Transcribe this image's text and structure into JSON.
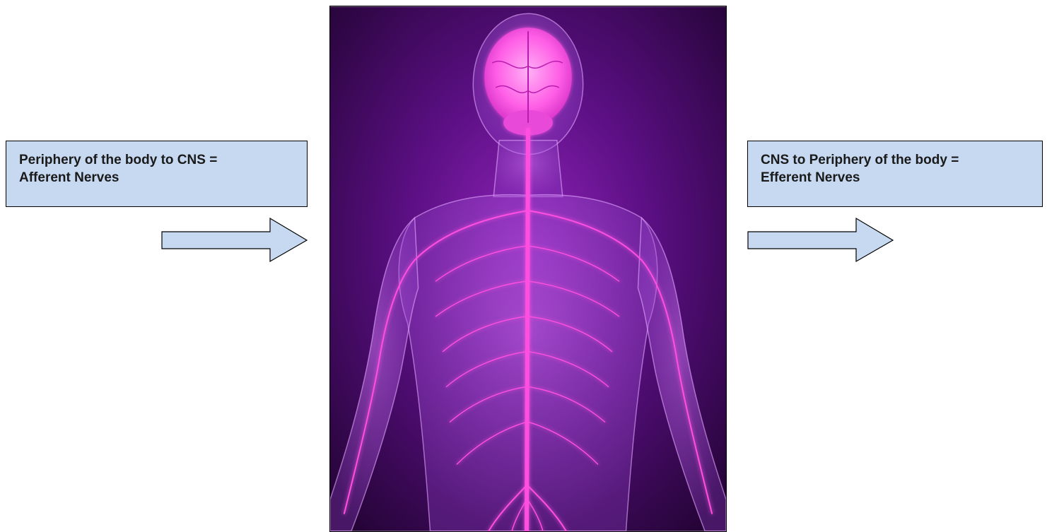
{
  "left_label": {
    "line1": "Periphery of the body to CNS =",
    "line2": "Afferent Nerves"
  },
  "right_label": {
    "line1": "CNS to Periphery of the body =",
    "line2": "Efferent Nerves"
  },
  "colors": {
    "box_fill": "#c6d9f1",
    "box_border": "#000000",
    "image_bg": "#3a0a5a",
    "nerve_color": "#ff4fe0"
  },
  "icons": {
    "left_arrow": "right-arrow-icon",
    "right_arrow": "right-arrow-icon",
    "illustration": "human-nervous-system-illustration"
  }
}
